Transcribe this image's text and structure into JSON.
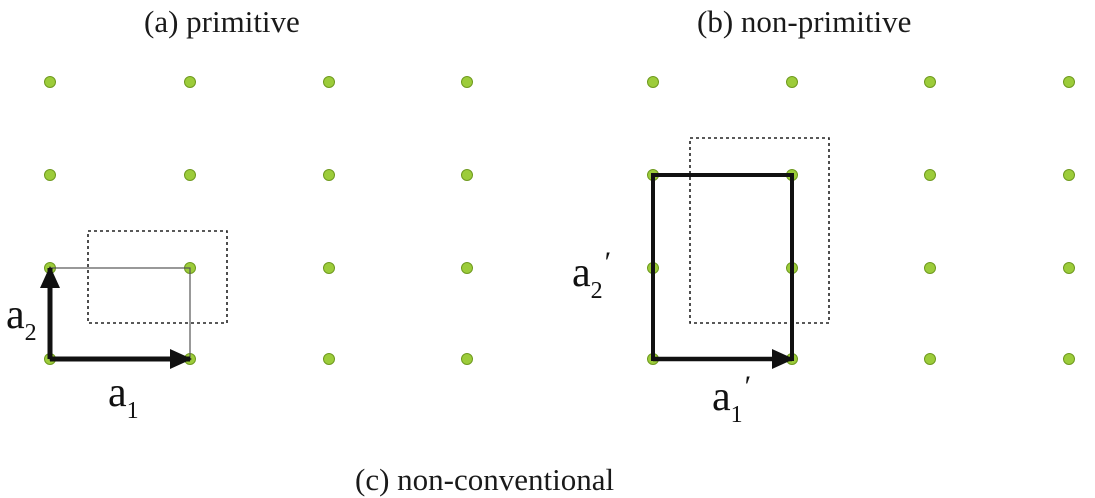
{
  "panels": {
    "a": {
      "caption": "(a) primitive"
    },
    "b": {
      "caption": "(b) non-primitive"
    },
    "c": {
      "caption": "(c) non-conventional"
    }
  },
  "labels": {
    "a1": {
      "base": "a",
      "sub": "1"
    },
    "a2": {
      "base": "a",
      "sub": "2"
    },
    "a1p": {
      "base": "a",
      "sub": "1",
      "prime": "′"
    },
    "a2p": {
      "base": "a",
      "sub": "2",
      "prime": "′"
    }
  },
  "colors": {
    "lattice_point": "#9ccc3a",
    "lattice_point_stroke": "#6f9a1f",
    "vector": "#111111",
    "cell_thin": "#555555",
    "dotted": "#222222"
  }
}
